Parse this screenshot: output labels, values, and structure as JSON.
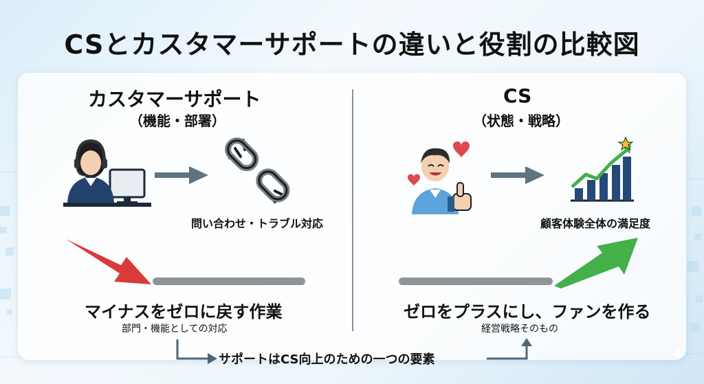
{
  "title": "CSとカスタマーサポートの違いと役割の比較図",
  "left": {
    "heading": "カスタマーサポート",
    "subheading": "（機能・部署）",
    "caption": "問い合わせ・トラブル対応",
    "main_label": "マイナスをゼロに戻す作業",
    "sub_label": "部門・機能としての対応"
  },
  "right": {
    "heading": "CS",
    "subheading": "（状態・戦略）",
    "caption": "顧客体験全体の満足度",
    "main_label": "ゼロをプラスにし、ファンを作る",
    "sub_label": "経営戦略そのもの"
  },
  "bottom_note": "サポートはCS向上のための一つの要素",
  "colors": {
    "arrow_gray": "#5f7482",
    "red_arrow": "#d93a3a",
    "green_arrow": "#43b04a",
    "bar_gray": "#8f9499",
    "chart_blue": "#244a7a",
    "star": "#f2c230",
    "heart": "#e0474f"
  },
  "icons": {
    "operator": "headset-operator-icon",
    "broken_chain": "broken-chain-icon",
    "happy_customer": "thumbs-up-customer-icon",
    "growth_chart": "growth-chart-icon"
  }
}
